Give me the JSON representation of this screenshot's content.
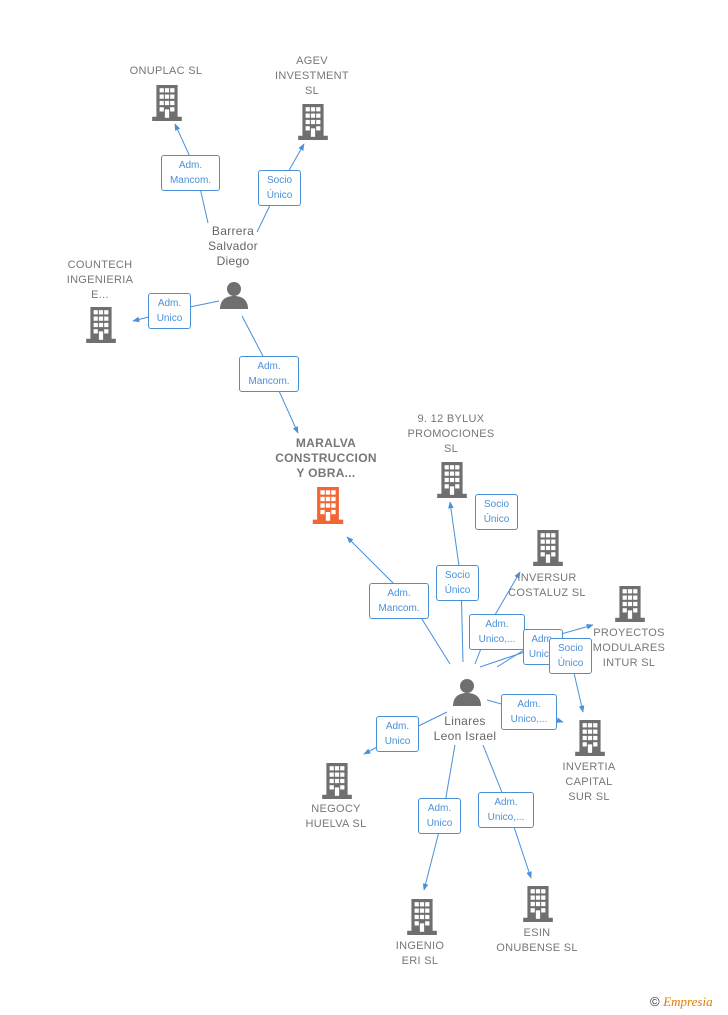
{
  "colors": {
    "edge": "#4a90d9",
    "building": "#6f6f6f",
    "main_building": "#f26534",
    "person": "#6f6f6f"
  },
  "nodes": {
    "onuplac": {
      "label": [
        "ONUPLAC  SL"
      ],
      "icon": "building-icon"
    },
    "agev": {
      "label": [
        "AGEV",
        "INVESTMENT",
        "SL"
      ],
      "icon": "building-icon"
    },
    "countech": {
      "label": [
        "COUNTECH",
        "INGENIERIA",
        "E..."
      ],
      "icon": "building-icon"
    },
    "barrera": {
      "label": [
        "Barrera",
        "Salvador",
        "Diego"
      ],
      "icon": "person-icon"
    },
    "maralva": {
      "label": [
        "MARALVA",
        "CONSTRUCCION",
        "Y OBRA..."
      ],
      "icon": "building-icon"
    },
    "bylux": {
      "label": [
        "9. 12 BYLUX",
        "PROMOCIONES",
        "SL"
      ],
      "icon": "building-icon"
    },
    "inversur": {
      "label": [
        "INVERSUR",
        "COSTALUZ  SL"
      ],
      "icon": "building-icon"
    },
    "proyectos": {
      "label": [
        "PROYECTOS",
        "MODULARES",
        "INTUR  SL"
      ],
      "icon": "building-icon"
    },
    "linares": {
      "label": [
        "Linares",
        "Leon Israel"
      ],
      "icon": "person-icon"
    },
    "invertia": {
      "label": [
        "INVERTIA",
        "CAPITAL",
        "SUR  SL"
      ],
      "icon": "building-icon"
    },
    "negocy": {
      "label": [
        "NEGOCY",
        "HUELVA SL"
      ],
      "icon": "building-icon"
    },
    "ingenio": {
      "label": [
        "INGENIO",
        "ERI SL"
      ],
      "icon": "building-icon"
    },
    "esin": {
      "label": [
        "ESIN",
        "ONUBENSE  SL"
      ],
      "icon": "building-icon"
    }
  },
  "relations": [
    {
      "id": "barrera-onuplac",
      "label": [
        "Adm.",
        "Mancom."
      ]
    },
    {
      "id": "barrera-agev",
      "label": [
        "Socio",
        "Único"
      ]
    },
    {
      "id": "barrera-countech",
      "label": [
        "Adm.",
        "Unico"
      ]
    },
    {
      "id": "barrera-maralva",
      "label": [
        "Adm.",
        "Mancom."
      ]
    },
    {
      "id": "linares-maralva",
      "label": [
        "Adm.",
        "Mancom."
      ]
    },
    {
      "id": "linares-bylux-a",
      "label": [
        "Socio",
        "Único"
      ]
    },
    {
      "id": "linares-bylux-b",
      "label": [
        "Socio",
        "Único"
      ]
    },
    {
      "id": "linares-inversur",
      "label": [
        "Adm.",
        "Unico,..."
      ]
    },
    {
      "id": "linares-proyectos-a",
      "label": [
        "Adm.",
        "Unic..."
      ]
    },
    {
      "id": "linares-proyectos-b",
      "label": [
        "Socio",
        "Único"
      ]
    },
    {
      "id": "linares-invertia",
      "label": [
        "Adm.",
        "Unico,..."
      ]
    },
    {
      "id": "linares-negocy",
      "label": [
        "Adm.",
        "Unico"
      ]
    },
    {
      "id": "linares-ingenio",
      "label": [
        "Adm.",
        "Unico"
      ]
    },
    {
      "id": "linares-esin",
      "label": [
        "Adm.",
        "Unico,..."
      ]
    }
  ],
  "credit": {
    "symbol": "©",
    "brand": "Empresia"
  }
}
